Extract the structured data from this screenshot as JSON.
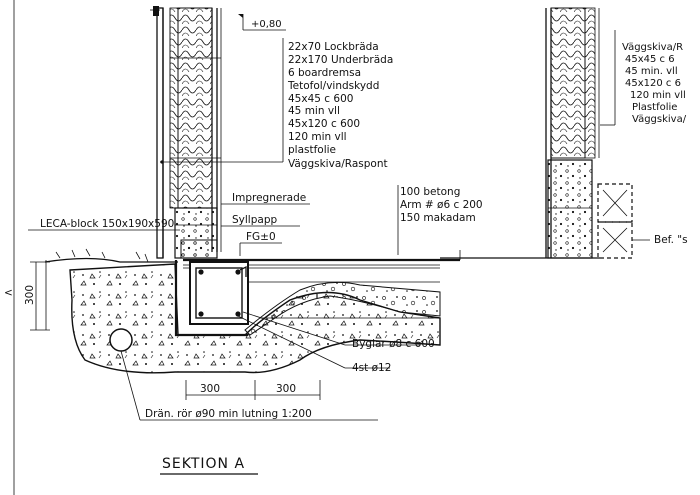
{
  "labels": {
    "level_080": "+0,80",
    "wall_layers_left": [
      "22x70 Lockbräda",
      "22x170 Underbräda",
      "6 boardremsa",
      "Tetofol/vindskydd",
      "45x45 c 600",
      "45 min vll",
      "45x120 c 600",
      "120 min vll",
      "plastfolie",
      "Väggskiva/Raspont"
    ],
    "wall_layers_right": [
      "Väggskiva/R",
      "45x45 c 6",
      "45 min. vll",
      "45x120 c 6",
      "120 min vll",
      "Plastfolie",
      "Väggskiva/"
    ],
    "impregnerade": "Impregnerade",
    "syllpapp": "Syllpapp",
    "fg0": "FG±0",
    "leca": "LECA-block 150x190x590",
    "slab_layers": [
      "100 betong",
      "Arm # ø6 c 200",
      "150 makadam"
    ],
    "bef": "Bef. \"s",
    "byglar": "Byglar ø8 c 600",
    "bars": "4st ø12",
    "dim_300_vertical": "300",
    "dim_300_a": "300",
    "dim_300_b": "300",
    "dran": "Drän. rör ø90 min lutning 1:200",
    "section_title": "SEKTION A"
  }
}
